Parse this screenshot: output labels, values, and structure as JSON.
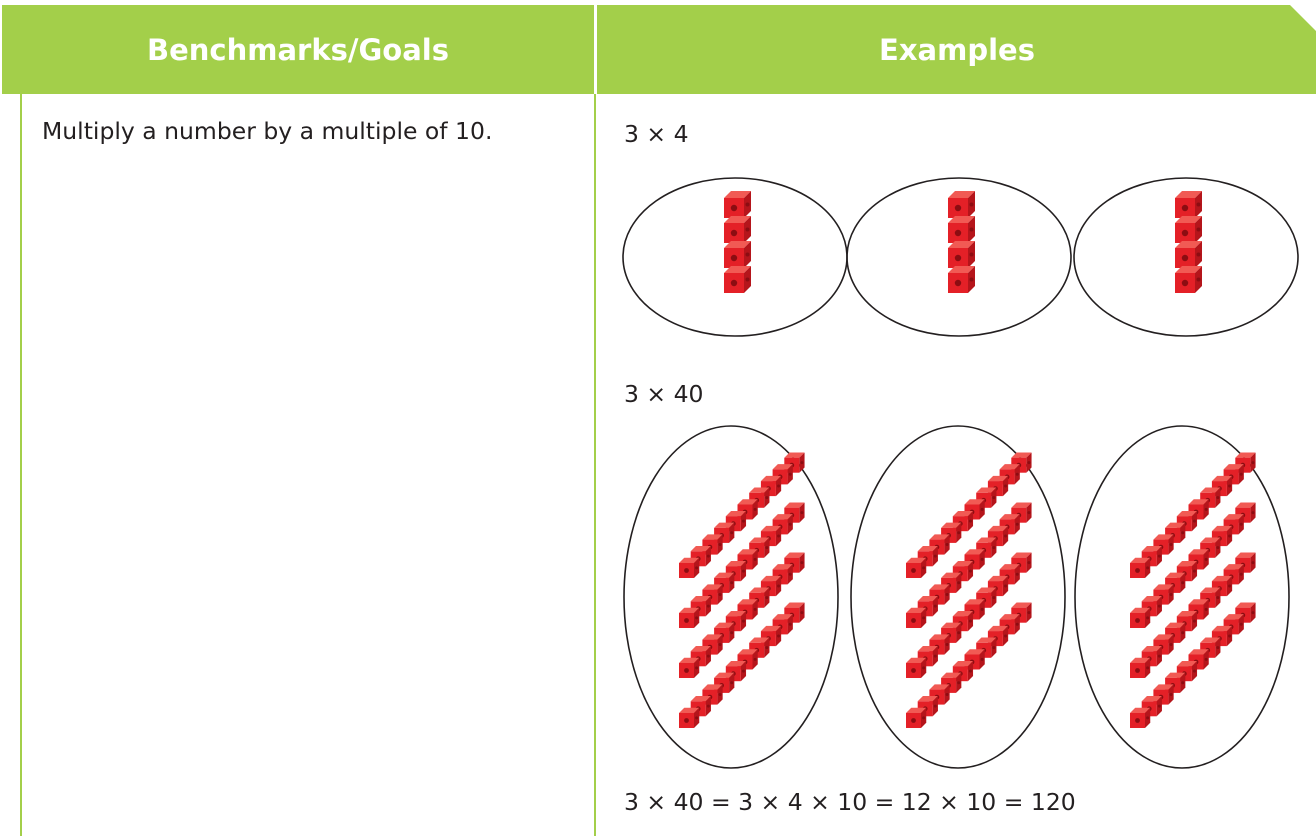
{
  "header": {
    "col1": "Benchmarks/Goals",
    "col2": "Examples"
  },
  "goal": "Multiply a number by a multiple of 10.",
  "examples": {
    "expr1": "3 × 4",
    "expr2": "3 × 40",
    "expr3": "3 × 40 = 3 × 4 × 10 = 12 × 10 = 120"
  },
  "model": {
    "groups": 3,
    "units_per_group": 4,
    "rods_per_group": 4,
    "cubes_per_rod": 10
  },
  "colors": {
    "header_bg": "#a3cf4a",
    "cube_face": "#e42027",
    "cube_top": "#f15a54",
    "cube_side": "#b5151b",
    "cube_dot": "#8c0d12"
  }
}
